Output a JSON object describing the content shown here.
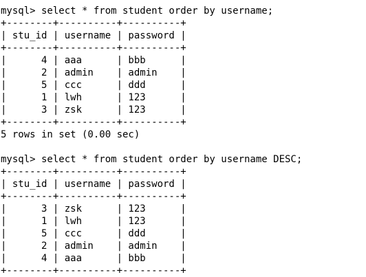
{
  "terminal": {
    "lines": [
      "mysql> select * from student order by username;",
      "+--------+----------+----------+",
      "| stu_id | username | password |",
      "+--------+----------+----------+",
      "|      4 | aaa      | bbb      |",
      "|      2 | admin    | admin    |",
      "|      5 | ccc      | ddd      |",
      "|      1 | lwh      | 123      |",
      "|      3 | zsk      | 123      |",
      "+--------+----------+----------+",
      "5 rows in set (0.00 sec)",
      "",
      "mysql> select * from student order by username DESC;",
      "+--------+----------+----------+",
      "| stu_id | username | password |",
      "+--------+----------+----------+",
      "|      3 | zsk      | 123      |",
      "|      1 | lwh      | 123      |",
      "|      5 | ccc      | ddd      |",
      "|      2 | admin    | admin    |",
      "|      4 | aaa      | bbb      |",
      "+--------+----------+----------+"
    ]
  }
}
